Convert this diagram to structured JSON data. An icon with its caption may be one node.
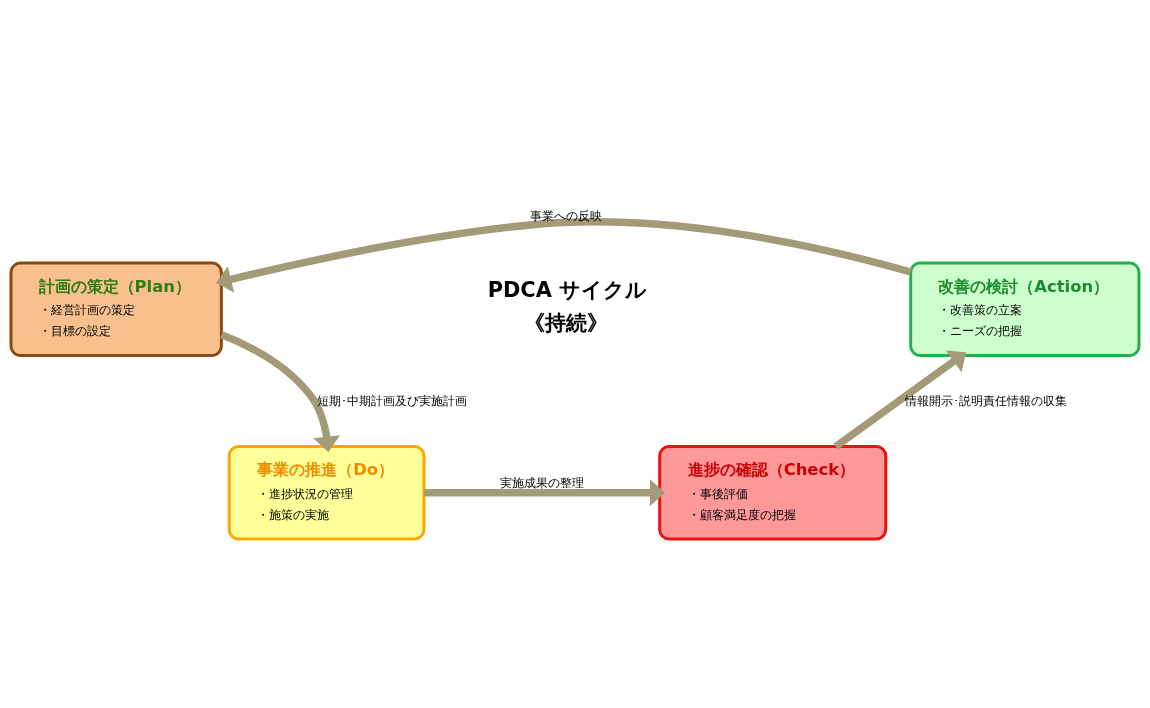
{
  "diagram": {
    "nodes": [
      {
        "text": [
          "計画の策定（Plan）",
          "・経営計画の策定",
          "・目標の設定"
        ]
      },
      {
        "text": [
          "改善の検討（Action）",
          "・改善策の立案",
          "・ニーズの把握"
        ]
      },
      {
        "text": [
          "事業の推進（Do）",
          "・進捗状況の管理",
          "・施策の実施"
        ]
      },
      {
        "text": [
          "進捗の確認（Check）",
          "・事後評価",
          "・顧客満足度の把握"
        ]
      }
    ],
    "edges": [
      {
        "from": 1,
        "to": 0,
        "arrow": "to",
        "label": "事業への反映"
      },
      {
        "from": 0,
        "to": 2,
        "arrow": "to",
        "label": "短期･中期計画及び実施計画"
      },
      {
        "from": 2,
        "to": 3,
        "arrow": "to",
        "label": "実施成果の整理"
      },
      {
        "from": 3,
        "to": 1,
        "arrow": "to",
        "label": "情報開示･説明責任情報の収集"
      }
    ],
    "labels": [
      "PDCA サイクル",
      "《持続》"
    ]
  }
}
